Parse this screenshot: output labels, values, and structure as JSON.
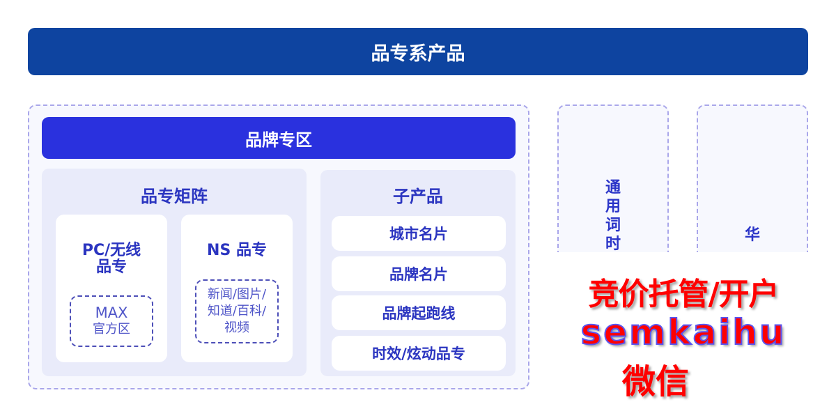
{
  "header": {
    "title": "品专系产品"
  },
  "brand_zone": {
    "title": "品牌专区"
  },
  "matrix": {
    "title": "品专矩阵",
    "cards": [
      {
        "title_line1": "PC/无线",
        "title_line2": "品专",
        "inner_lines": [
          "MAX",
          "官方区"
        ]
      },
      {
        "title_line1": "NS 品专",
        "title_line2": "",
        "inner_lines": [
          "新闻/图片/",
          "知道/百科/",
          "视频"
        ]
      }
    ]
  },
  "sub_products": {
    "title": "子产品",
    "items": [
      "城市名片",
      "品牌名片",
      "品牌起跑线",
      "时效/炫动品专"
    ]
  },
  "side_columns": [
    {
      "visible_chars": [
        "通",
        "用",
        "词",
        "时"
      ]
    },
    {
      "visible_chars": [
        "华"
      ]
    }
  ],
  "watermark": {
    "line1": "竞价托管/开户",
    "line2": "semkaihu",
    "line3": "微信"
  },
  "colors": {
    "header": "#0e44a0",
    "brand_bar": "#2a31de",
    "text_blue": "#2b35c0",
    "panel": "#e9ebfa",
    "dashed": "#a9a6ea",
    "watermark_red": "#ff0000"
  }
}
